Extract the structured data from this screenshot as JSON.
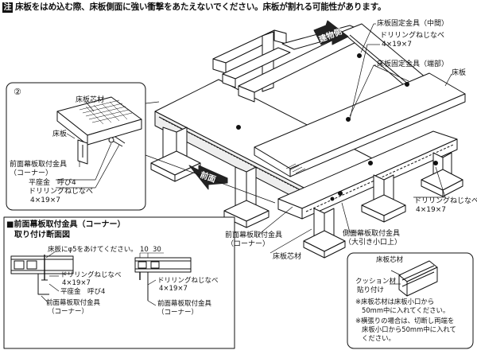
{
  "notice": {
    "mark": "注",
    "text": "床板をはめ込む際、床板側面に強い衝撃をあたえないでください。床板が割れる可能性があります。"
  },
  "labels": {
    "fixing_mid": "床板固定金具（中間）",
    "screw_top": "ドリリングねじなべ",
    "screw_top_size": "4×19×7",
    "fixing_end": "床板固定金具（端部）",
    "floorboard": "床板",
    "back_side": "建物側",
    "front_side": "前面",
    "screw_right": "ドリリングねじなべ",
    "screw_right_size": "4×19×7",
    "front_panel_bracket_corner": "前面幕板取付金具",
    "front_panel_bracket_corner_sub": "（コーナー）",
    "floor_core": "床板芯材",
    "side_panel_bracket": "側面幕板取付金具",
    "side_panel_bracket_sub": "（大引き小口上）"
  },
  "detail2": {
    "number": "②",
    "core": "床板芯材",
    "floorboard": "床板",
    "bracket": "前面幕板取付金具",
    "bracket_sub": "（コーナー）",
    "washer": "平座金　呼び4",
    "screw": "ドリリングねじなべ",
    "screw_size": "4×19×7"
  },
  "section": {
    "title_line1": "■前面幕板取付金具（コーナー）",
    "title_line2": "取り付け断面図",
    "hole": "床板にφ5をあけてください。",
    "screw": "ドリリングねじなべ",
    "screw_size": "4×19×7",
    "washer": "平座金　呼び4",
    "bracket": "前面幕板取付金具",
    "bracket_sub": "（コーナー）",
    "dim_10": "10",
    "dim_30": "30",
    "screw2": "ドリリングねじなべ",
    "screw2_size": "4×19×7",
    "bracket2": "前面幕板取付金具",
    "bracket2_sub": "（コーナー）"
  },
  "cushion": {
    "core": "床板芯材",
    "material_line1": "クッション材",
    "material_line2": "貼り付け",
    "note1_line1": "※床板芯材は床板小口から",
    "note1_line2": "50mm中に入れてください。",
    "note2_line1": "※横張りの場合は、切断し両端を",
    "note2_line2": "床板小口から50mm中に入れて",
    "note2_line3": "ください。"
  }
}
